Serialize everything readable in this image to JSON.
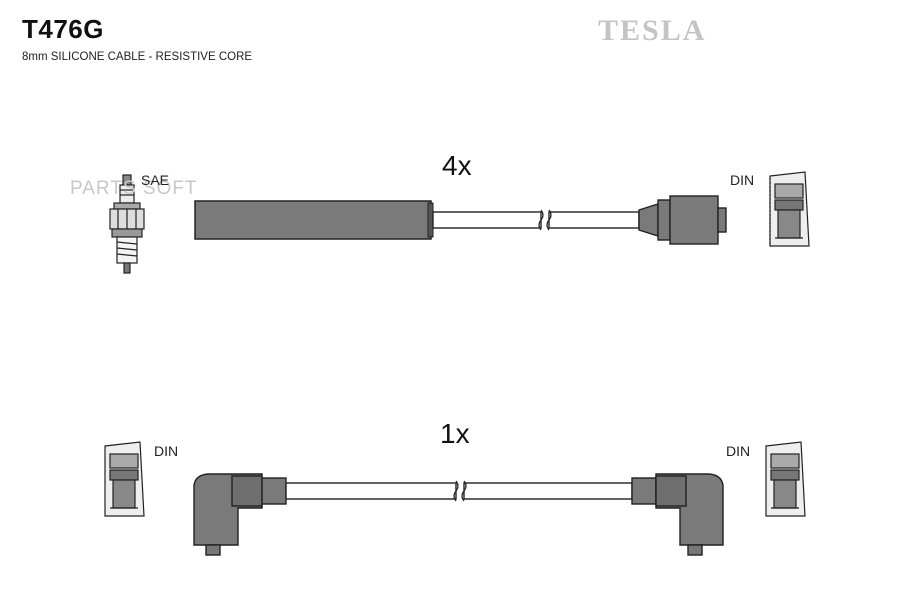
{
  "header": {
    "part_number": "T476G",
    "description": "8mm SILICONE CABLE - RESISTIVE CORE",
    "brand": "TESLA"
  },
  "watermark": "PARTS SOFT",
  "cables": [
    {
      "quantity": "4x",
      "left_end": "SAE",
      "right_end": "DIN"
    },
    {
      "quantity": "1x",
      "left_end": "DIN",
      "right_end": "DIN"
    }
  ],
  "colors": {
    "part_fill": "#7a7a7a",
    "part_dark": "#555555",
    "cable_fill": "#ffffff",
    "outline": "#222222",
    "brand": "#c4c4c4"
  }
}
